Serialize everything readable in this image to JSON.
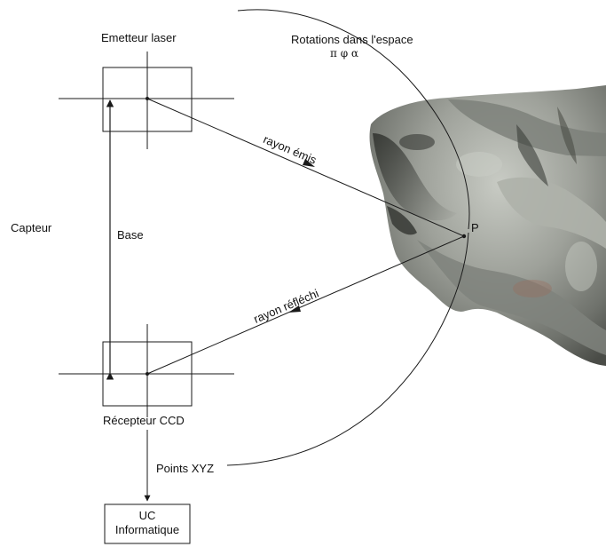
{
  "labels": {
    "emitter": "Emetteur laser",
    "rotations": "Rotations dans l'espace",
    "angles": "π φ α",
    "ray_emitted": "rayon émis",
    "sensor": "Capteur",
    "base": "Base",
    "point": "P",
    "ray_reflected": "rayon réfléchi",
    "receiver": "Récepteur CCD",
    "points_xyz": "Points XYZ",
    "computer_line1": "UC",
    "computer_line2": "Informatique"
  },
  "colors": {
    "line": "#1a1a1a",
    "rock_light": "#b9bcb6",
    "rock_mid": "#8e918b",
    "rock_dark": "#4f524d",
    "rock_shadow": "#2e302c",
    "rock_red": "#9a6b58"
  }
}
